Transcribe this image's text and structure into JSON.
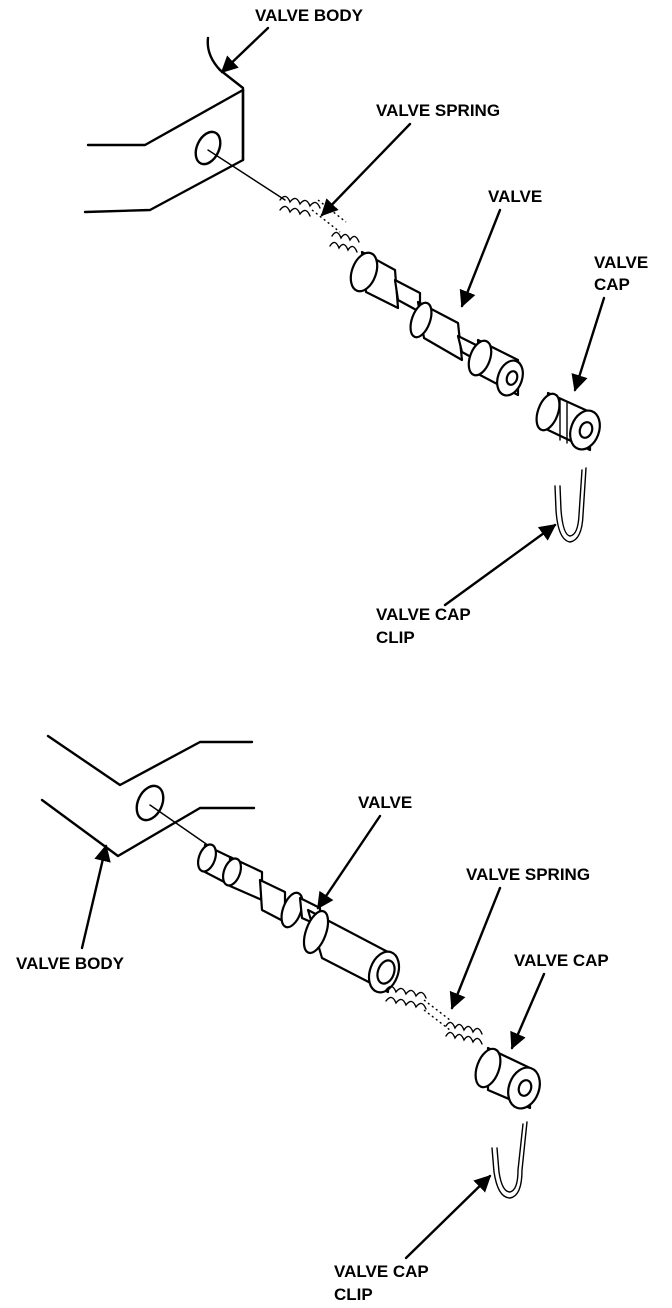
{
  "top": {
    "valve_body": "VALVE BODY",
    "valve_spring": "VALVE SPRING",
    "valve": "VALVE",
    "valve_cap_line1": "VALVE",
    "valve_cap_line2": "CAP",
    "valve_cap_clip_line1": "VALVE CAP",
    "valve_cap_clip_line2": "CLIP"
  },
  "bottom": {
    "valve": "VALVE",
    "valve_spring": "VALVE SPRING",
    "valve_body": "VALVE BODY",
    "valve_cap": "VALVE CAP",
    "valve_cap_clip_line1": "VALVE CAP",
    "valve_cap_clip_line2": "CLIP"
  }
}
